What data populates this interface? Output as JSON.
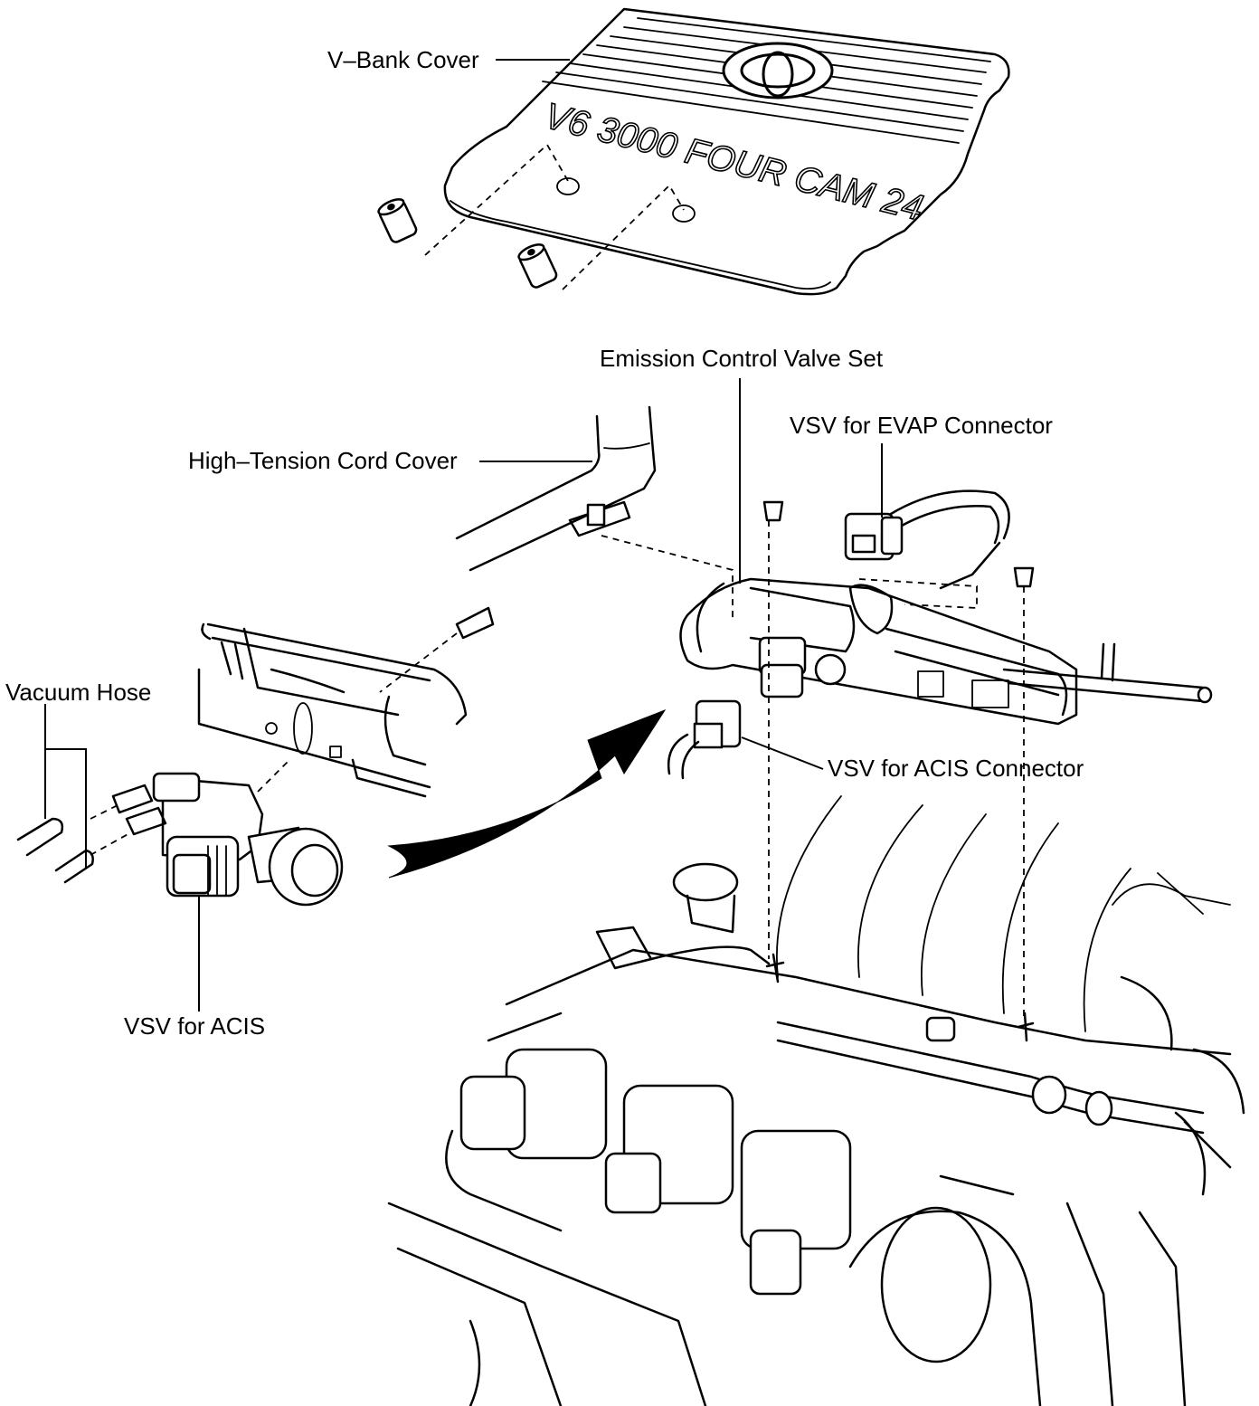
{
  "labels": {
    "v_bank_cover": "V–Bank Cover",
    "emission_control_valve_set": "Emission Control Valve Set",
    "vsv_evap_connector": "VSV for EVAP Connector",
    "high_tension_cord_cover": "High–Tension Cord Cover",
    "vacuum_hose": "Vacuum Hose",
    "vsv_acis_connector": "VSV for ACIS Connector",
    "vsv_acis": "VSV for ACIS"
  },
  "cover_lettering": "V6 3000 FOUR CAM 24"
}
